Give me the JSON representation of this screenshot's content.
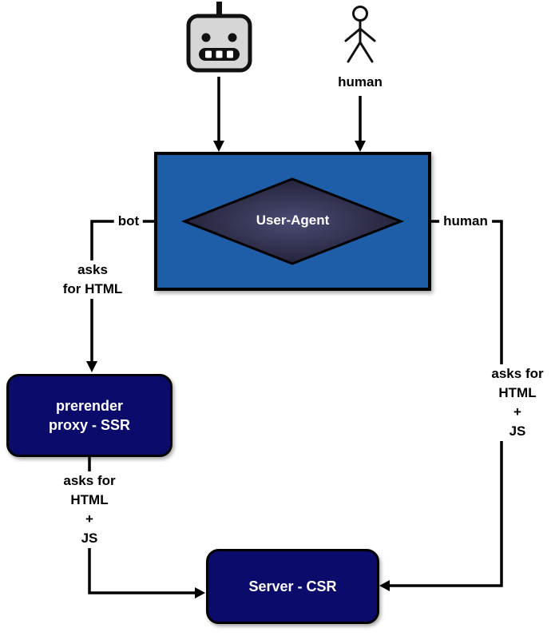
{
  "actors": {
    "human_icon_label": "human"
  },
  "decision": {
    "label": "User-Agent",
    "bot_branch": "bot",
    "human_branch": "human"
  },
  "bot_path": {
    "request_line1": "asks",
    "request_line2": "for HTML",
    "prerender_box_line1": "prerender",
    "prerender_box_line2": "proxy - SSR",
    "to_server_line1": "asks for",
    "to_server_line2": "HTML",
    "to_server_line3": "+",
    "to_server_line4": "JS"
  },
  "human_path": {
    "to_server_line1": "asks for",
    "to_server_line2": "HTML",
    "to_server_line3": "+",
    "to_server_line4": "JS"
  },
  "server": {
    "label": "Server - CSR"
  },
  "colors": {
    "panel_blue": "#1e5ea8",
    "node_navy": "#0b0b6b",
    "diamond_center": "#4b4b74",
    "diamond_edge": "#10101c",
    "connector": "#000000",
    "robot_gray": "#d6d6d6"
  }
}
